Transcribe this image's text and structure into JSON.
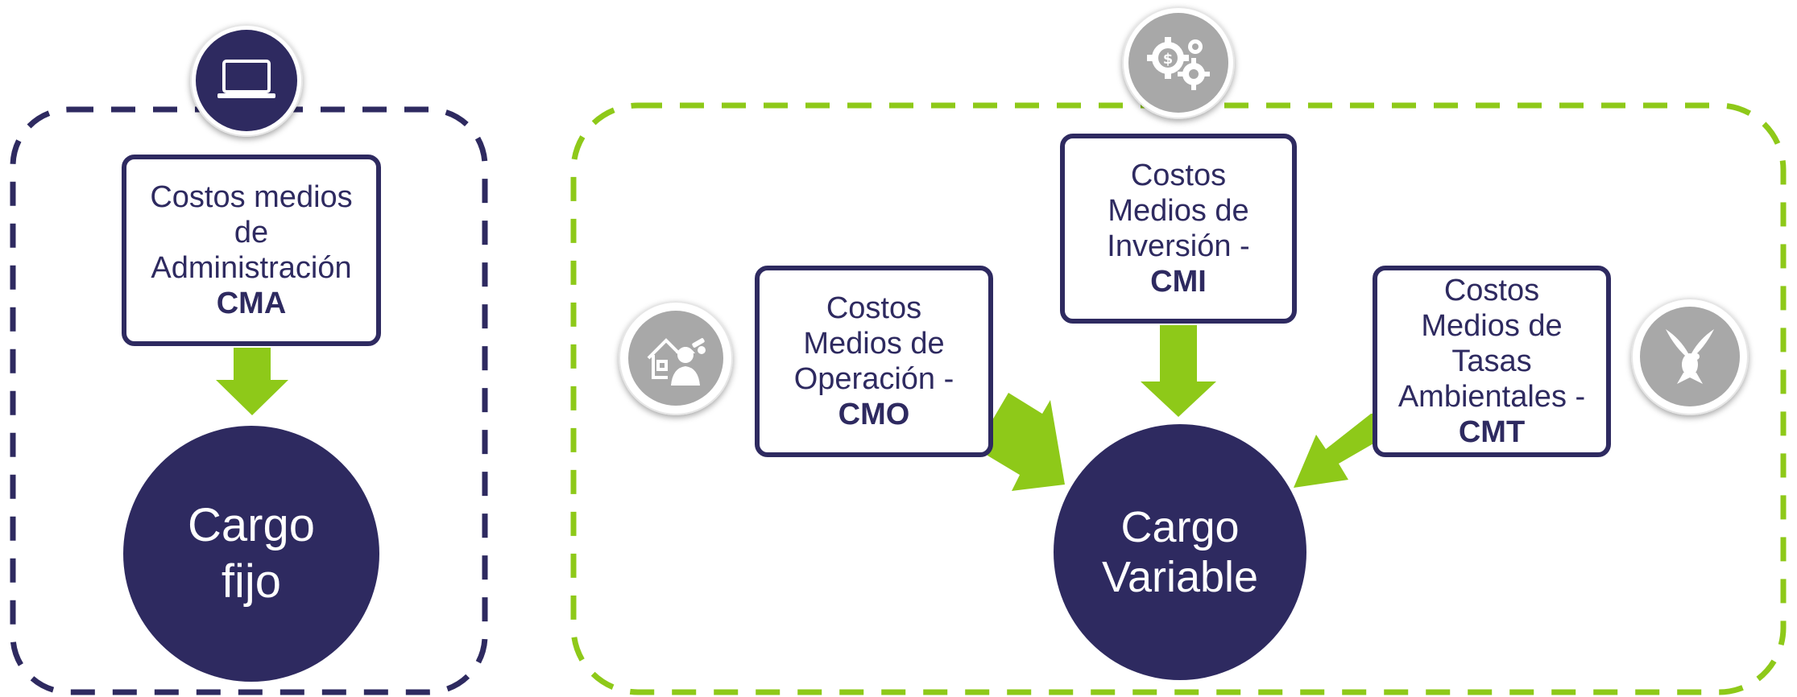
{
  "colors": {
    "navy": "#2e2a60",
    "green": "#8ec919",
    "gray_icon": "#a8a8a8"
  },
  "fixed_group": {
    "box": {
      "line1": "Costos medios",
      "line2": "de",
      "line3": "Administración",
      "code": "CMA"
    },
    "circle": {
      "line1": "Cargo",
      "line2": "fijo"
    },
    "icon": "laptop-icon"
  },
  "variable_group": {
    "cmo": {
      "line1": "Costos",
      "line2": "Medios de",
      "line3": "Operación -",
      "code": "CMO",
      "icon": "house-worker-icon"
    },
    "cmi": {
      "line1": "Costos",
      "line2": "Medios de",
      "line3": "Inversión -",
      "code": "CMI",
      "icon": "gears-money-icon"
    },
    "cmt": {
      "line1": "Costos",
      "line2": "Medios de",
      "line3": "Tasas",
      "line4": "Ambientales -",
      "code": "CMT",
      "icon": "dove-icon"
    },
    "circle": {
      "line1": "Cargo",
      "line2": "Variable"
    }
  }
}
